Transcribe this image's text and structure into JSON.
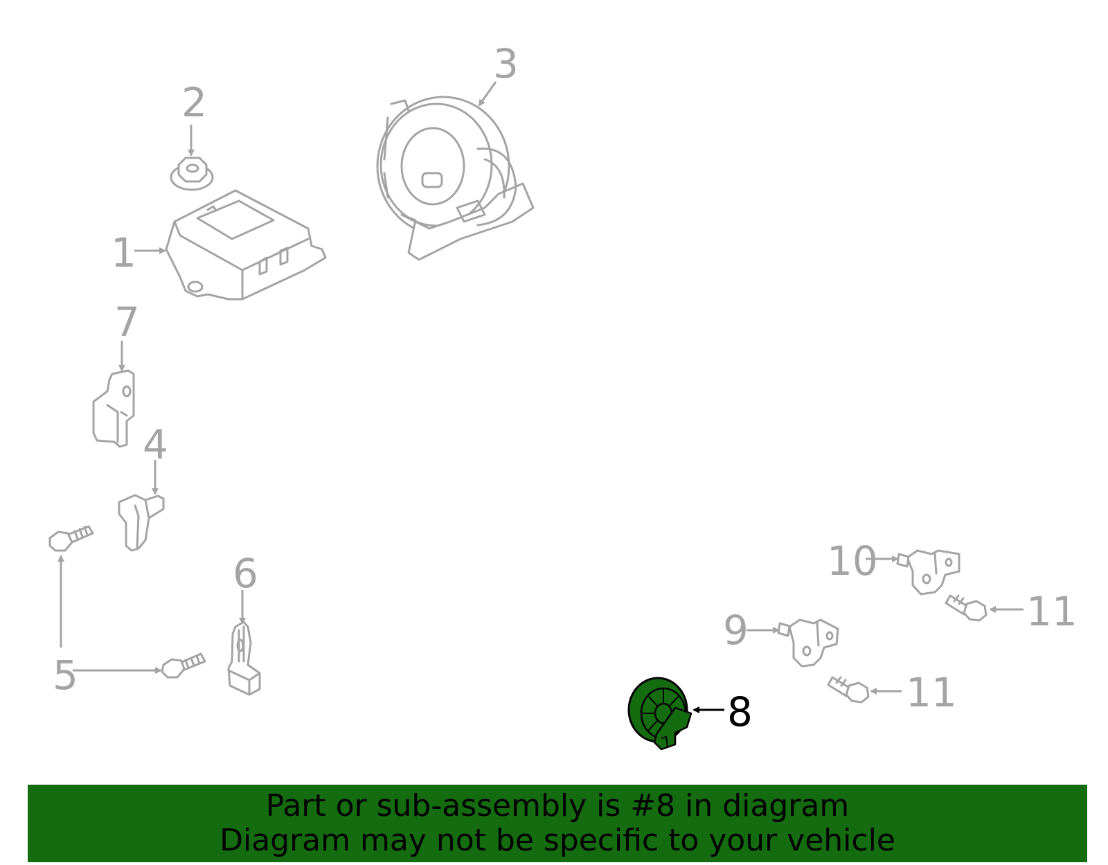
{
  "labels": {
    "p1": "1",
    "p2": "2",
    "p3": "3",
    "p4": "4",
    "p5": "5",
    "p6": "6",
    "p7": "7",
    "p8": "8",
    "p9": "9",
    "p10": "10",
    "p11a": "11",
    "p11b": "11"
  },
  "highlight": {
    "part": "8",
    "color": "#156c10"
  },
  "banner": {
    "line1": "Part or sub-assembly is #8 in diagram",
    "line2": "Diagram may not be specific to your vehicle",
    "background": "#156c10"
  },
  "colors": {
    "part_outline": "#a4a4a4",
    "highlight_outline": "#000000"
  }
}
